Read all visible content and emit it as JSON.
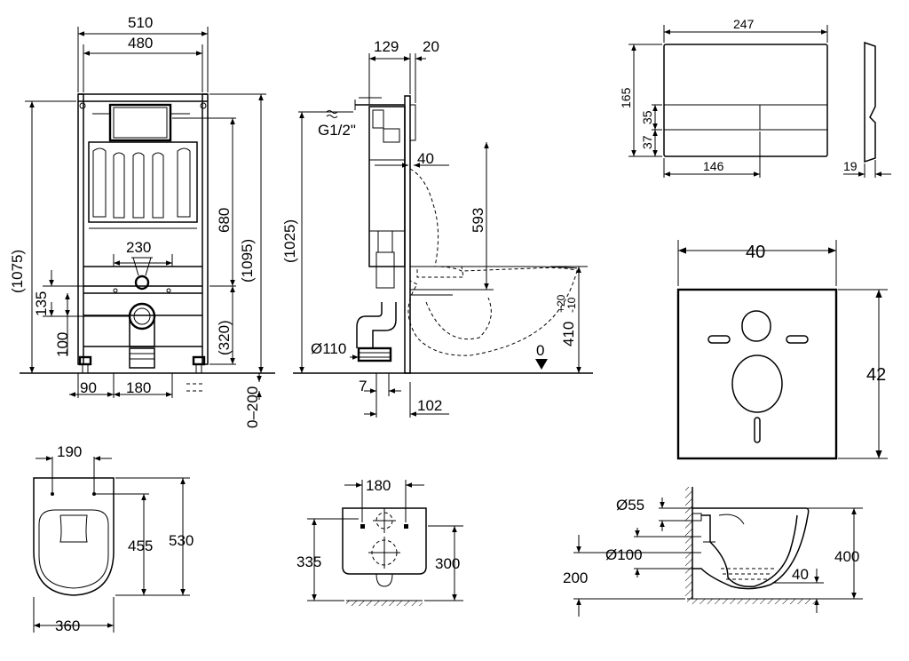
{
  "frame_front": {
    "width_outer": "510",
    "width_inner": "480",
    "height_left": "(1075)",
    "height_right": "(1095)",
    "height_mid": "680",
    "pipe_spacing": "230",
    "height_135": "135",
    "height_100": "100",
    "height_320": "(320)",
    "foot_90": "90",
    "foot_180": "180",
    "adjust_range": "0–200"
  },
  "frame_side": {
    "depth_129": "129",
    "depth_20": "20",
    "height_1025": "(1025)",
    "water_inlet": "G1/2\"",
    "offset_40": "40",
    "height_593": "593",
    "drain_dia": "Ø110",
    "offset_7": "7",
    "offset_102": "102",
    "seat_height": "410",
    "tolerance_plus": "+20",
    "tolerance_minus": "-10",
    "floor_zero": "0"
  },
  "flush_plate": {
    "width": "247",
    "height": "165",
    "button_h": "35",
    "lower_h": "37",
    "button_w": "146",
    "depth": "19"
  },
  "sound_mat": {
    "width": "40",
    "height": "42"
  },
  "bowl_top": {
    "bolt_spacing": "190",
    "length": "530",
    "inner_length": "455",
    "width": "360"
  },
  "bowl_rear": {
    "bolt_spacing": "180",
    "height_left": "335",
    "height_right": "300"
  },
  "bowl_section": {
    "inlet_dia": "Ø55",
    "outlet_dia": "Ø100",
    "outlet_height": "200",
    "rim_height": "400",
    "water_depth": "40"
  }
}
